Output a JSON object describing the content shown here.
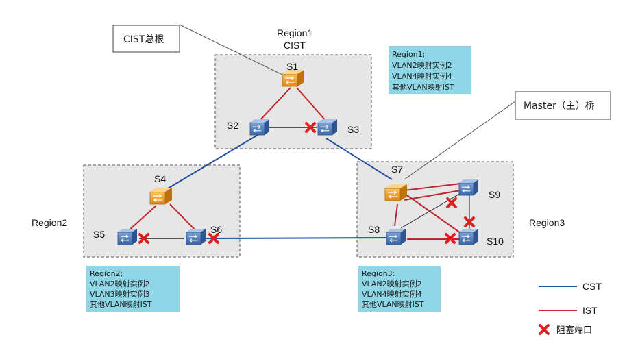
{
  "colors": {
    "cst": "#1f4e9e",
    "ist": "#c0272d",
    "blocked": "#e02020",
    "note_bg": "#8fd7e6",
    "region_bg": "#e6e6e6",
    "root_switch": "#f2a22c",
    "switch": "#4a78b6"
  },
  "callouts": {
    "cist_root": "CIST总根",
    "master_bridge": "Master（主）桥"
  },
  "regions": {
    "region1": {
      "name": "Region1",
      "sub": "CIST"
    },
    "region2": {
      "name": "Region2"
    },
    "region3": {
      "name": "Region3"
    }
  },
  "switches": {
    "s1": "S1",
    "s2": "S2",
    "s3": "S3",
    "s4": "S4",
    "s5": "S5",
    "s6": "S6",
    "s7": "S7",
    "s8": "S8",
    "s9": "S9",
    "s10": "S10"
  },
  "notes": {
    "region1": [
      "Region1:",
      "VLAN2映射实例2",
      "VLAN4映射实例4",
      "其他VLAN映射IST"
    ],
    "region2": [
      "Region2:",
      "VLAN2映射实例2",
      "VLAN3映射实例3",
      "其他VLAN映射IST"
    ],
    "region3": [
      "Region3:",
      "VLAN2映射实例2",
      "VLAN4映射实例4",
      "其他VLAN映射IST"
    ]
  },
  "legend": {
    "cst": "CST",
    "ist": "IST",
    "blocked": "阻塞端口"
  }
}
